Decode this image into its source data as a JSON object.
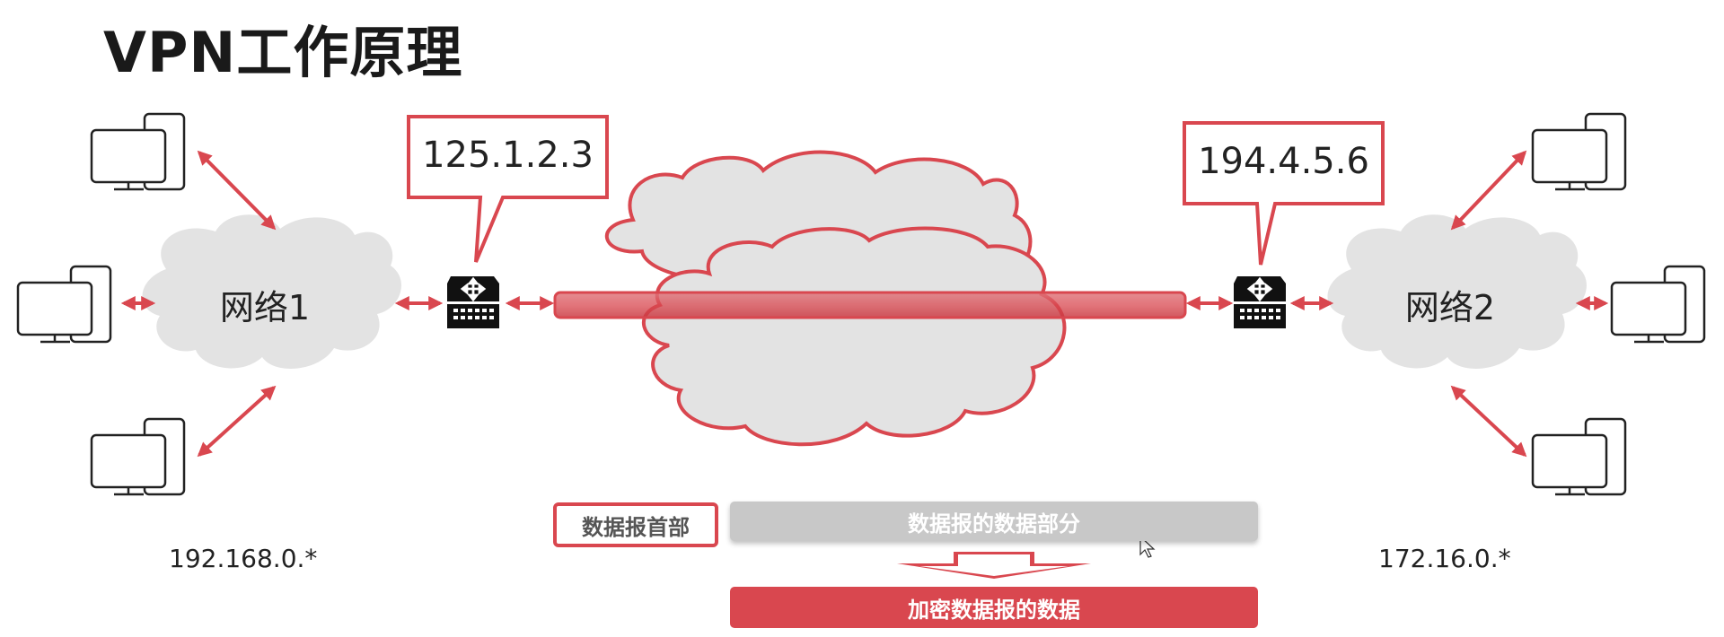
{
  "title": "VPN工作原理",
  "left_router_ip": "125.1.2.3",
  "right_router_ip": "194.4.5.6",
  "network1_label": "网络1",
  "network2_label": "网络2",
  "left_subnet": "192.168.0.*",
  "right_subnet": "172.16.0.*",
  "packet": {
    "header_label": "数据报首部",
    "payload_label": "数据报的数据部分",
    "encrypted_label": "加密数据报的数据"
  },
  "colors": {
    "accent_red": "#d9474f",
    "cloud_gray": "#e3e3e3",
    "payload_gray": "#c8c8c8",
    "icon_dark": "#111111"
  },
  "icons": [
    "computer-icon",
    "router-icon",
    "cursor-icon"
  ]
}
